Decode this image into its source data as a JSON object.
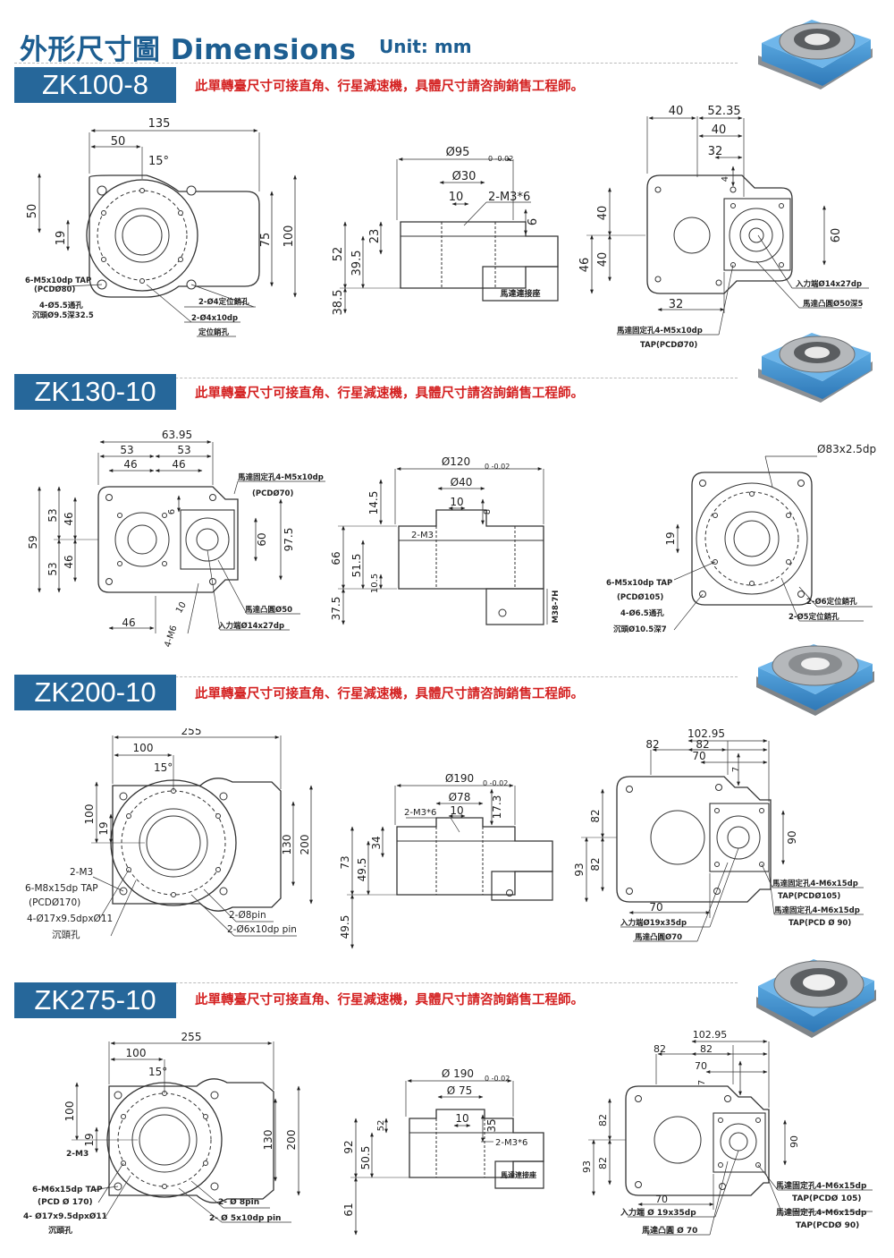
{
  "header": {
    "title": "外形尺寸圖 Dimensions",
    "unit": "Unit: mm"
  },
  "note": "此單轉臺尺寸可接直角、行星減速機，具體尺寸請咨詢銷售工程師。",
  "colors": {
    "brand_blue": "#26679a",
    "title_blue": "#1d5e91",
    "note_red": "#d42121",
    "product_blue": "#3d8fcd"
  },
  "models": [
    {
      "name": "ZK100-8",
      "top": {
        "d1": "135",
        "d2": "50",
        "angle": "15°",
        "h1": "50",
        "h2": "19",
        "h3": "75",
        "h4": "100",
        "c1": "6-M5x10dp TAP",
        "c2": "(PCDØ80)",
        "c3": "4-Ø5.5通孔",
        "c4": "沉頭Ø9.5深32.5",
        "r1": "2-Ø4定位銷孔",
        "r2": "2-Ø4x10dp",
        "r3": "定位銷孔"
      },
      "side": {
        "d1": "Ø95",
        "tol": "0 -0.02",
        "d2": "Ø30",
        "d3": "10",
        "d4": "2-M3*6",
        "d5": "6",
        "h1": "52",
        "h2": "39.5",
        "h3": "23",
        "h4": "38.5",
        "label": "馬達連接座"
      },
      "bottom": {
        "t1": "40",
        "t2": "52.35",
        "t3": "40",
        "t4": "32",
        "t5": "4",
        "l1": "40",
        "l2": "46",
        "l3": "40",
        "r1": "60",
        "b1": "32",
        "a1": "入力端Ø14x27dp",
        "a2": "馬達凸圓Ø50深5",
        "a3": "馬達固定孔4-M5x10dp",
        "a4": "TAP(PCDØ70)"
      }
    },
    {
      "name": "ZK130-10",
      "top": {
        "d1": "63.95",
        "d2": "53",
        "d3": "53",
        "d4": "46",
        "d5": "46",
        "v1": "6",
        "h1": "53",
        "h2": "46",
        "h3": "59",
        "h4": "53",
        "h5": "46",
        "r1": "60",
        "r2": "97.5",
        "b1": "46",
        "b2": "10",
        "b3": "4-M6",
        "a1": "馬達固定孔4-M5x10dp",
        "a2": "(PCDØ70)",
        "a3": "馬達凸圓Ø50",
        "a4": "入力端Ø14x27dp"
      },
      "side": {
        "d1": "Ø120",
        "tol": "0 -0.02",
        "d2": "Ø40",
        "d3": "10",
        "d4": "8",
        "d5": "2-M3",
        "h1": "14.5",
        "h2": "66",
        "h3": "51.5",
        "h4": "10.5",
        "h5": "37.5",
        "m1": "M38-7H"
      },
      "bottom": {
        "t1": "Ø83x2.5dp",
        "h1": "19",
        "c1": "6-M5x10dp TAP",
        "c2": "(PCDØ105)",
        "c3": "4-Ø6.5通孔",
        "c4": "沉頭Ø10.5深7",
        "r1": "2-Ø6定位銷孔",
        "r2": "2-Ø5定位銷孔"
      }
    },
    {
      "name": "ZK200-10",
      "top": {
        "d1": "255",
        "d2": "100",
        "angle": "15°",
        "h1": "100",
        "h2": "19",
        "h3": "130",
        "h4": "200",
        "c0": "2-M3",
        "c1": "6-M8x15dp TAP",
        "c2": "(PCDØ170)",
        "c3": "4-Ø17x9.5dpxØ11",
        "c4": "沉頭孔",
        "r1": "2-Ø8pin",
        "r2": "2-Ø6x10dp pin"
      },
      "side": {
        "d1": "Ø190",
        "tol": "0 -0.02",
        "d2": "Ø78",
        "d3": "10",
        "d4": "17.3",
        "d5": "2-M3*6",
        "h1": "73",
        "h2": "49.5",
        "h3": "34",
        "h4": "49.5"
      },
      "bottom": {
        "t1": "102.95",
        "t2": "82",
        "t3": "82",
        "t4": "70",
        "t5": "7",
        "l1": "82",
        "l2": "93",
        "l3": "82",
        "r1": "90",
        "b1": "70",
        "a1": "入力端Ø19x35dp",
        "a2": "馬達凸圓Ø70",
        "a3": "馬達固定孔4-M6x15dp",
        "a4": "TAP(PCDØ105)",
        "a5": "馬達固定孔4-M6x15dp",
        "a6": "TAP(PCD Ø 90)"
      }
    },
    {
      "name": "ZK275-10",
      "top": {
        "d1": "255",
        "d2": "100",
        "angle": "15°",
        "h1": "100",
        "h2": "19",
        "h3": "130",
        "h4": "200",
        "c0": "2-M3",
        "c1": "6-M6x15dp TAP",
        "c2": "(PCD Ø 170)",
        "c3": "4- Ø17x9.5dpxØ11",
        "c4": "沉頭孔",
        "r1": "2- Ø 8pin",
        "r2": "2- Ø 5x10dp pin"
      },
      "side": {
        "d1": "Ø 190",
        "tol": "0 -0.02",
        "d2": "Ø 75",
        "d3": "10",
        "d4": "35",
        "d5": "2-M3*6",
        "h1": "92",
        "h2": "52",
        "h3": "50.5",
        "h4": "61",
        "label": "馬達連接座"
      },
      "bottom": {
        "t1": "102.95",
        "t2": "82",
        "t3": "82",
        "t4": "70",
        "t5": "7",
        "l1": "82",
        "l2": "93",
        "l3": "82",
        "r1": "90",
        "b1": "70",
        "a1": "入力端 Ø 19x35dp",
        "a2": "馬達凸圓 Ø 70",
        "a3": "馬達固定孔4-M6x15dp",
        "a4": "TAP(PCDØ 105)",
        "a5": "馬達固定孔4-M6x15dp",
        "a6": "TAP(PCDØ 90)"
      }
    }
  ]
}
